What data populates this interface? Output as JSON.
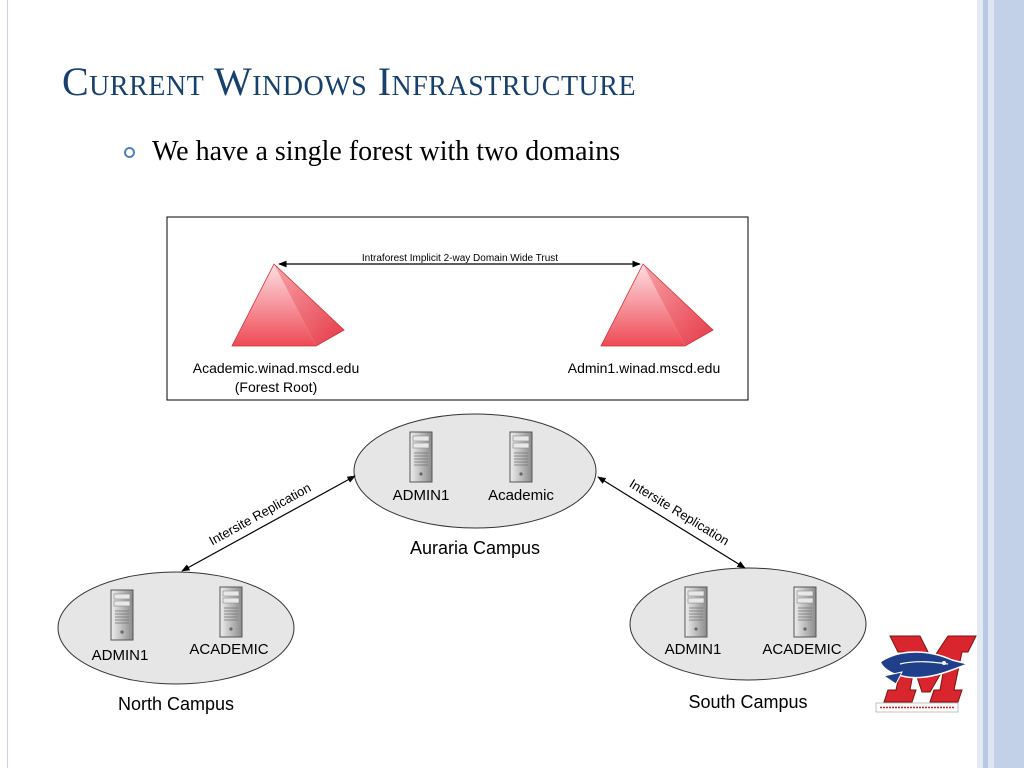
{
  "slide": {
    "title": "Current Windows Infrastructure",
    "bullet": "We have a single forest with two domains"
  },
  "forest": {
    "trust_label": "Intraforest Implicit 2-way Domain Wide Trust",
    "left_domain": "Academic.winad.mscd.edu",
    "left_domain_note": "(Forest Root)",
    "right_domain": "Admin1.winad.mscd.edu"
  },
  "sites": {
    "auraria": {
      "name": "Auraria Campus",
      "server_1": "ADMIN1",
      "server_2": "Academic"
    },
    "north": {
      "name": "North Campus",
      "server_1": "ADMIN1",
      "server_2": "ACADEMIC"
    },
    "south": {
      "name": "South Campus",
      "server_1": "ADMIN1",
      "server_2": "ACADEMIC"
    }
  },
  "links": {
    "left_replication": "Intersite Replication",
    "right_replication": "Intersite Replication"
  },
  "colors": {
    "title": "#17406d",
    "bullet": "#4f81bd",
    "domain_triangle": "#f0505a",
    "site_fill": "#e6e6e6",
    "stripe": "#c3d1e8"
  },
  "icons": {
    "server": "server-tower-icon",
    "domain": "domain-triangle-icon",
    "logo": "msu-denver-logo"
  }
}
